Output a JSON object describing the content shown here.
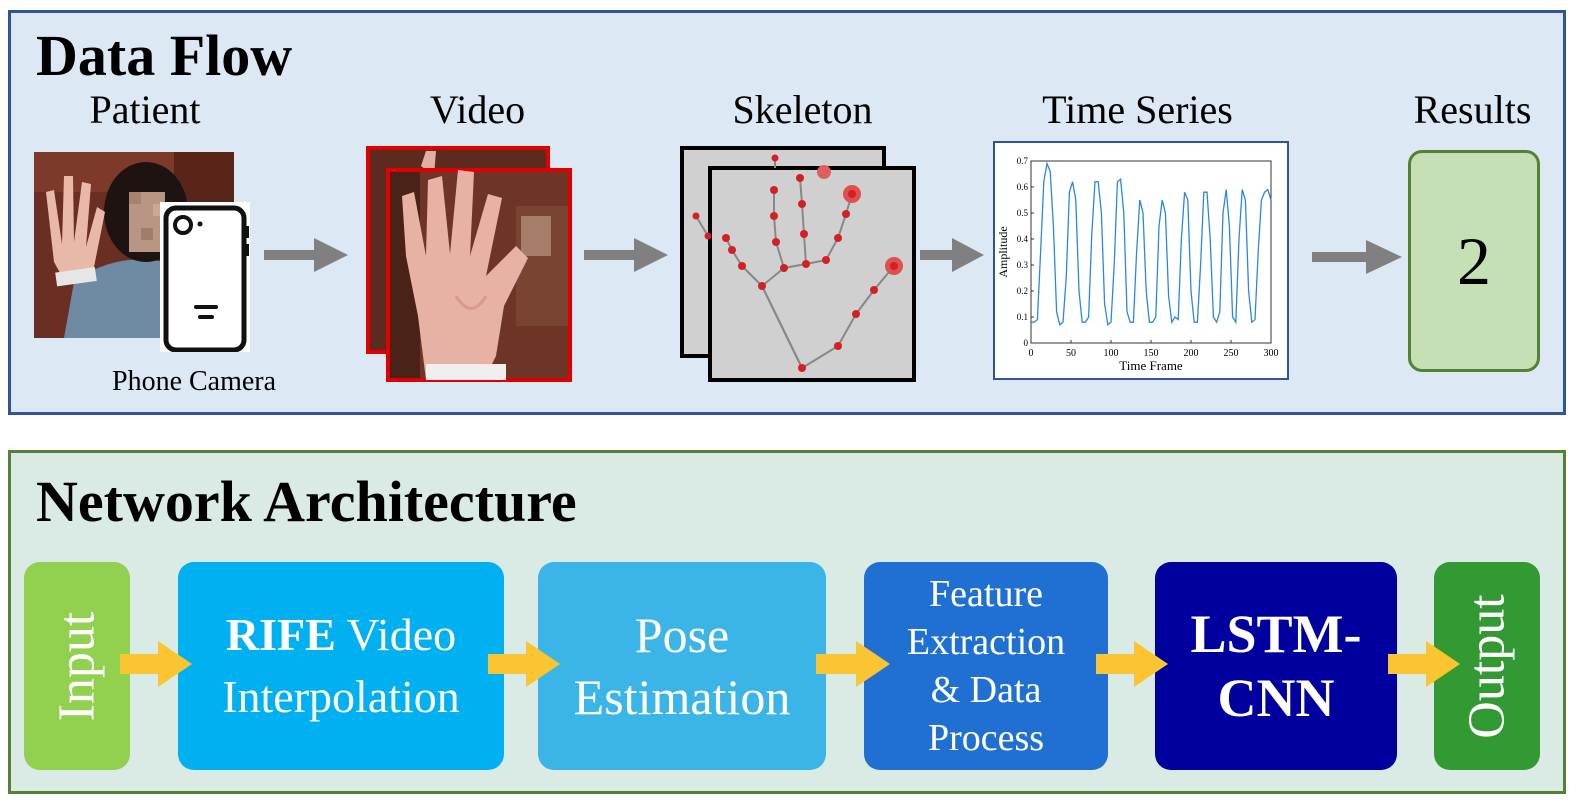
{
  "data_flow": {
    "title": "Data Flow",
    "stages": {
      "patient": "Patient",
      "video": "Video",
      "skeleton": "Skeleton",
      "time_series": "Time Series",
      "results": "Results"
    },
    "phone_label": "Phone Camera",
    "result_value": "2"
  },
  "time_series_plot": {
    "ylabel": "Amplitude",
    "xlabel": "Time Frame",
    "yticks": [
      "0",
      "0.1",
      "0.2",
      "0.3",
      "0.4",
      "0.5",
      "0.6",
      "0.7"
    ],
    "xticks": [
      "0",
      "50",
      "100",
      "150",
      "200",
      "250",
      "300"
    ]
  },
  "chart_data": {
    "type": "line",
    "xlabel": "Time Frame",
    "ylabel": "Amplitude",
    "xlim": [
      0,
      300
    ],
    "ylim": [
      0,
      0.7
    ],
    "series": [
      {
        "x": [
          0,
          4,
          8,
          12,
          16,
          20,
          24,
          28,
          32,
          36,
          40,
          44,
          48,
          52,
          56,
          60,
          64,
          68,
          72,
          76,
          80,
          84,
          88,
          92,
          96,
          100,
          104,
          108,
          112,
          116,
          120,
          124,
          128,
          132,
          136,
          140,
          144,
          148,
          152,
          156,
          160,
          164,
          168,
          172,
          176,
          180,
          184,
          188,
          192,
          196,
          200,
          204,
          208,
          212,
          216,
          220,
          224,
          228,
          232,
          236,
          240,
          244,
          248,
          252,
          256,
          260,
          264,
          268,
          272,
          276,
          280,
          284,
          288,
          292,
          296,
          300
        ],
        "y": [
          0.08,
          0.08,
          0.09,
          0.35,
          0.62,
          0.69,
          0.66,
          0.45,
          0.12,
          0.07,
          0.08,
          0.25,
          0.58,
          0.62,
          0.55,
          0.2,
          0.08,
          0.08,
          0.1,
          0.42,
          0.62,
          0.62,
          0.5,
          0.15,
          0.07,
          0.08,
          0.3,
          0.62,
          0.63,
          0.5,
          0.12,
          0.08,
          0.08,
          0.35,
          0.55,
          0.5,
          0.2,
          0.08,
          0.08,
          0.1,
          0.45,
          0.55,
          0.5,
          0.18,
          0.08,
          0.1,
          0.09,
          0.4,
          0.58,
          0.55,
          0.2,
          0.08,
          0.08,
          0.3,
          0.58,
          0.58,
          0.4,
          0.1,
          0.08,
          0.12,
          0.5,
          0.59,
          0.45,
          0.1,
          0.08,
          0.4,
          0.59,
          0.55,
          0.2,
          0.08,
          0.09,
          0.35,
          0.55,
          0.58,
          0.59,
          0.55
        ]
      }
    ]
  },
  "network": {
    "title": "Network Architecture",
    "input": "Input",
    "rife_bold": "RIFE",
    "rife_rest": " Video",
    "rife_line2": "Interpolation",
    "pose_line1": "Pose",
    "pose_line2": "Estimation",
    "feat_line1": "Feature",
    "feat_line2": "Extraction",
    "feat_line3": "& Data",
    "feat_line4": "Process",
    "lstm_line1": "LSTM-",
    "lstm_line2": "CNN",
    "output": "Output"
  },
  "colors": {
    "dataflow_bg": "#dce9f5",
    "dataflow_border": "#2f5597",
    "network_bg": "#d9ebe4",
    "network_border": "#548235",
    "gray_arrow": "#808080",
    "yellow_arrow": "#fbc531",
    "results_fill": "#c5e0b4",
    "results_border": "#548235",
    "input_fill": "#92d050",
    "rife_fill": "#00b0f0",
    "pose_fill": "#3bb5e7",
    "feat_fill": "#1f70d2",
    "lstm_fill": "#00009e",
    "output_fill": "#339933",
    "series_line": "#2e86de"
  }
}
